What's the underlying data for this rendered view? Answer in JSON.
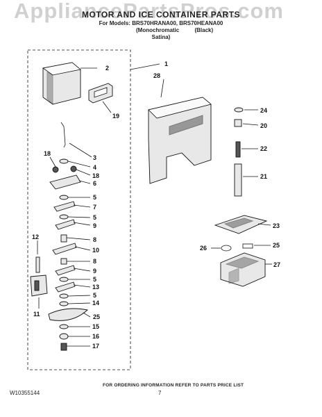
{
  "watermark": "AppliancePartsPros.com",
  "header": {
    "title": "MOTOR AND ICE CONTAINER PARTS",
    "models_line": "For Models: BRS70HRANA00, BRS70HEANA00",
    "variant_line": "(Monochromatic          (Black)",
    "variant_line2": "Satina)"
  },
  "callouts": {
    "c1": "1",
    "c2": "2",
    "c19": "19",
    "c28": "28",
    "c3": "3",
    "c4": "4",
    "c18a": "18",
    "c18b": "18",
    "c6": "6",
    "c5a": "5",
    "c7a": "7",
    "c5b": "5",
    "c9a": "9",
    "c8a": "8",
    "c10": "10",
    "c8b": "8",
    "c9b": "9",
    "c5c": "5",
    "c13": "13",
    "c5d": "5",
    "c14": "14",
    "c25a": "25",
    "c15": "15",
    "c16": "16",
    "c17": "17",
    "c12": "12",
    "c11": "11",
    "c24": "24",
    "c20": "20",
    "c22": "22",
    "c21": "21",
    "c23": "23",
    "c26": "26",
    "c25b": "25",
    "c27": "27"
  },
  "footer": {
    "order_info": "FOR ORDERING INFORMATION REFER TO PARTS PRICE LIST",
    "doc_number": "W10355144",
    "page": "7"
  }
}
